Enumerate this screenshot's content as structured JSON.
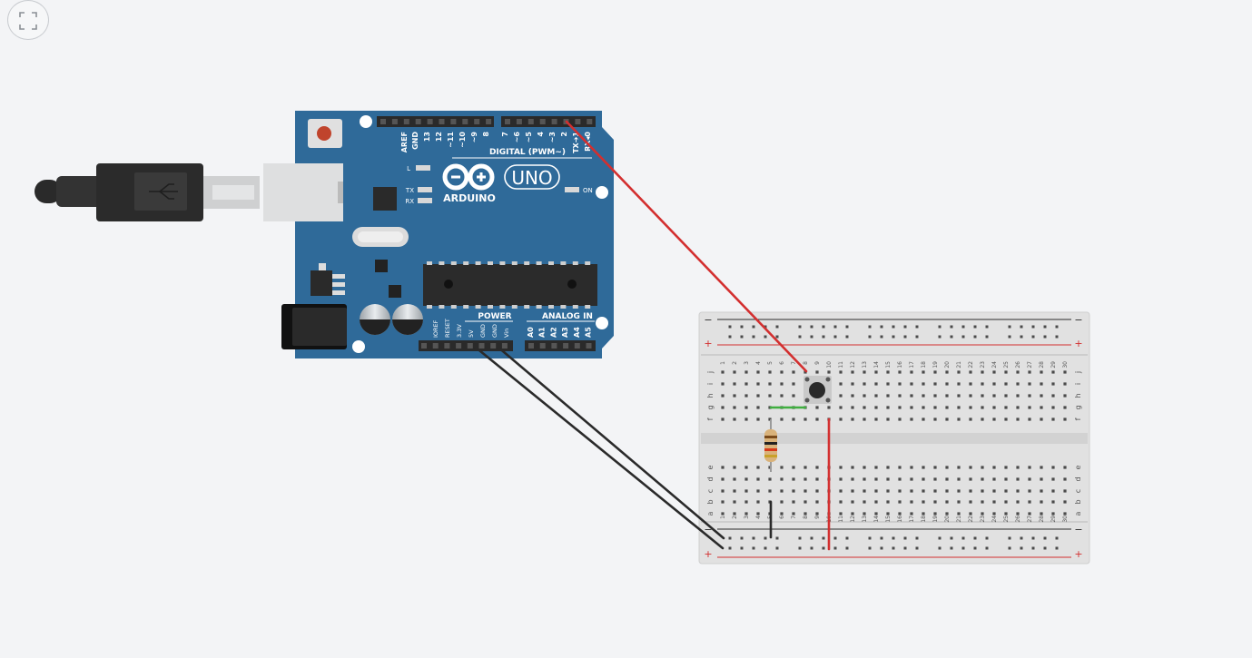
{
  "toolbar": {
    "fit_icon": "fullscreen-fit-icon"
  },
  "arduino": {
    "brand": "ARDUINO",
    "model": "UNO",
    "digital_header_label": "DIGITAL (PWM~)",
    "digital_pins": [
      "AREF",
      "GND",
      "13",
      "12",
      "~11",
      "~10",
      "~9",
      "8",
      "7",
      "~6",
      "~5",
      "4",
      "~3",
      "2",
      "TX➔1",
      "RX◂0"
    ],
    "power_header_label": "POWER",
    "power_pins": [
      "IOREF",
      "RESET",
      "3.3V",
      "5V",
      "GND",
      "GND",
      "Vin"
    ],
    "analog_header_label": "ANALOG IN",
    "analog_pins": [
      "A0",
      "A1",
      "A2",
      "A3",
      "A4",
      "A5"
    ],
    "led_labels": {
      "l": "L",
      "tx": "TX",
      "rx": "RX",
      "on": "ON"
    },
    "board_color": "#2f6a99"
  },
  "breadboard": {
    "columns": [
      "1",
      "2",
      "3",
      "4",
      "5",
      "6",
      "7",
      "8",
      "9",
      "10",
      "11",
      "12",
      "13",
      "14",
      "15",
      "16",
      "17",
      "18",
      "19",
      "20",
      "21",
      "22",
      "23",
      "24",
      "25",
      "26",
      "27",
      "28",
      "29",
      "30"
    ],
    "top_rows": [
      "j",
      "i",
      "h",
      "g",
      "f"
    ],
    "bottom_rows": [
      "e",
      "d",
      "c",
      "b",
      "a"
    ],
    "rail_minus": "−",
    "rail_plus": "+"
  },
  "wire_colors": {
    "red": "#d32f2f",
    "black": "#2a2a2a",
    "green": "#3fae3f"
  }
}
